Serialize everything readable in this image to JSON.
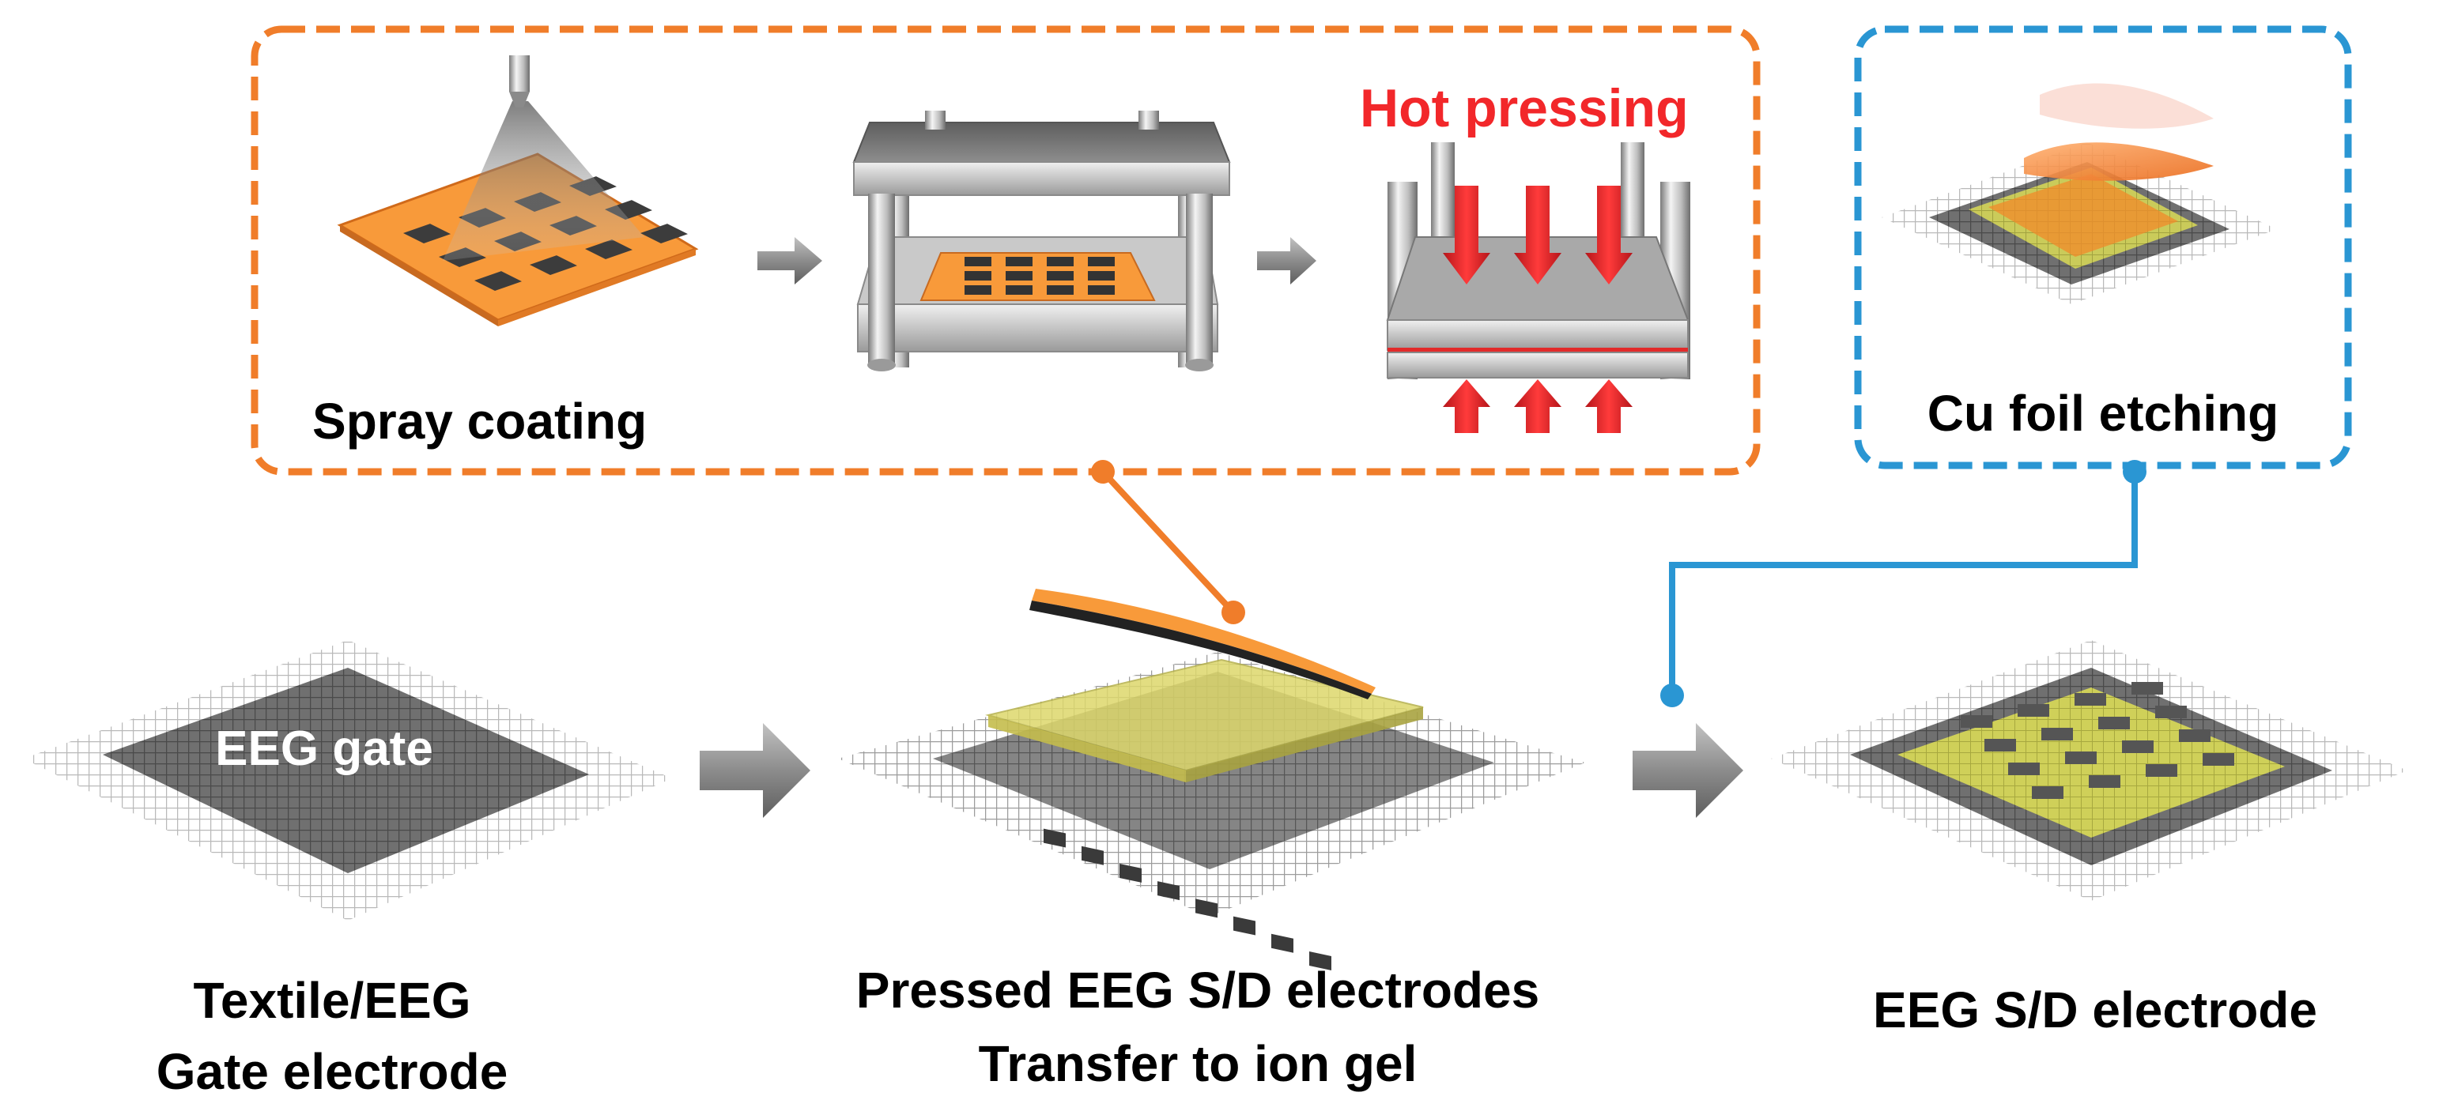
{
  "labels": {
    "spray_coating": "Spray coating",
    "hot_pressing": "Hot pressing",
    "cu_foil_etching": "Cu foil etching",
    "eeg_gate": "EEG gate",
    "textile_line1": "Textile/EEG",
    "textile_line2": "Gate electrode",
    "pressed_line1": "Pressed EEG S/D electrodes",
    "pressed_line2": "Transfer to ion gel",
    "sd_electrode": "EEG S/D electrode"
  },
  "colors": {
    "orange_frame": "#f07d2a",
    "blue_frame": "#2a96d3",
    "orange_sheet": "#f89a3a",
    "electrode_dark": "#3c3c3c",
    "gate_grey": "#6b6b6b",
    "ion_gel": "#d6d25a",
    "hot_red": "#f2272a",
    "arrow_grey": "#8a8a8a",
    "press_metal": "#b9b9b9"
  },
  "icons": [
    "spray-nozzle-icon",
    "hot-press-icon",
    "process-arrow-icon",
    "textile-mesh-icon",
    "copper-foil-icon"
  ]
}
